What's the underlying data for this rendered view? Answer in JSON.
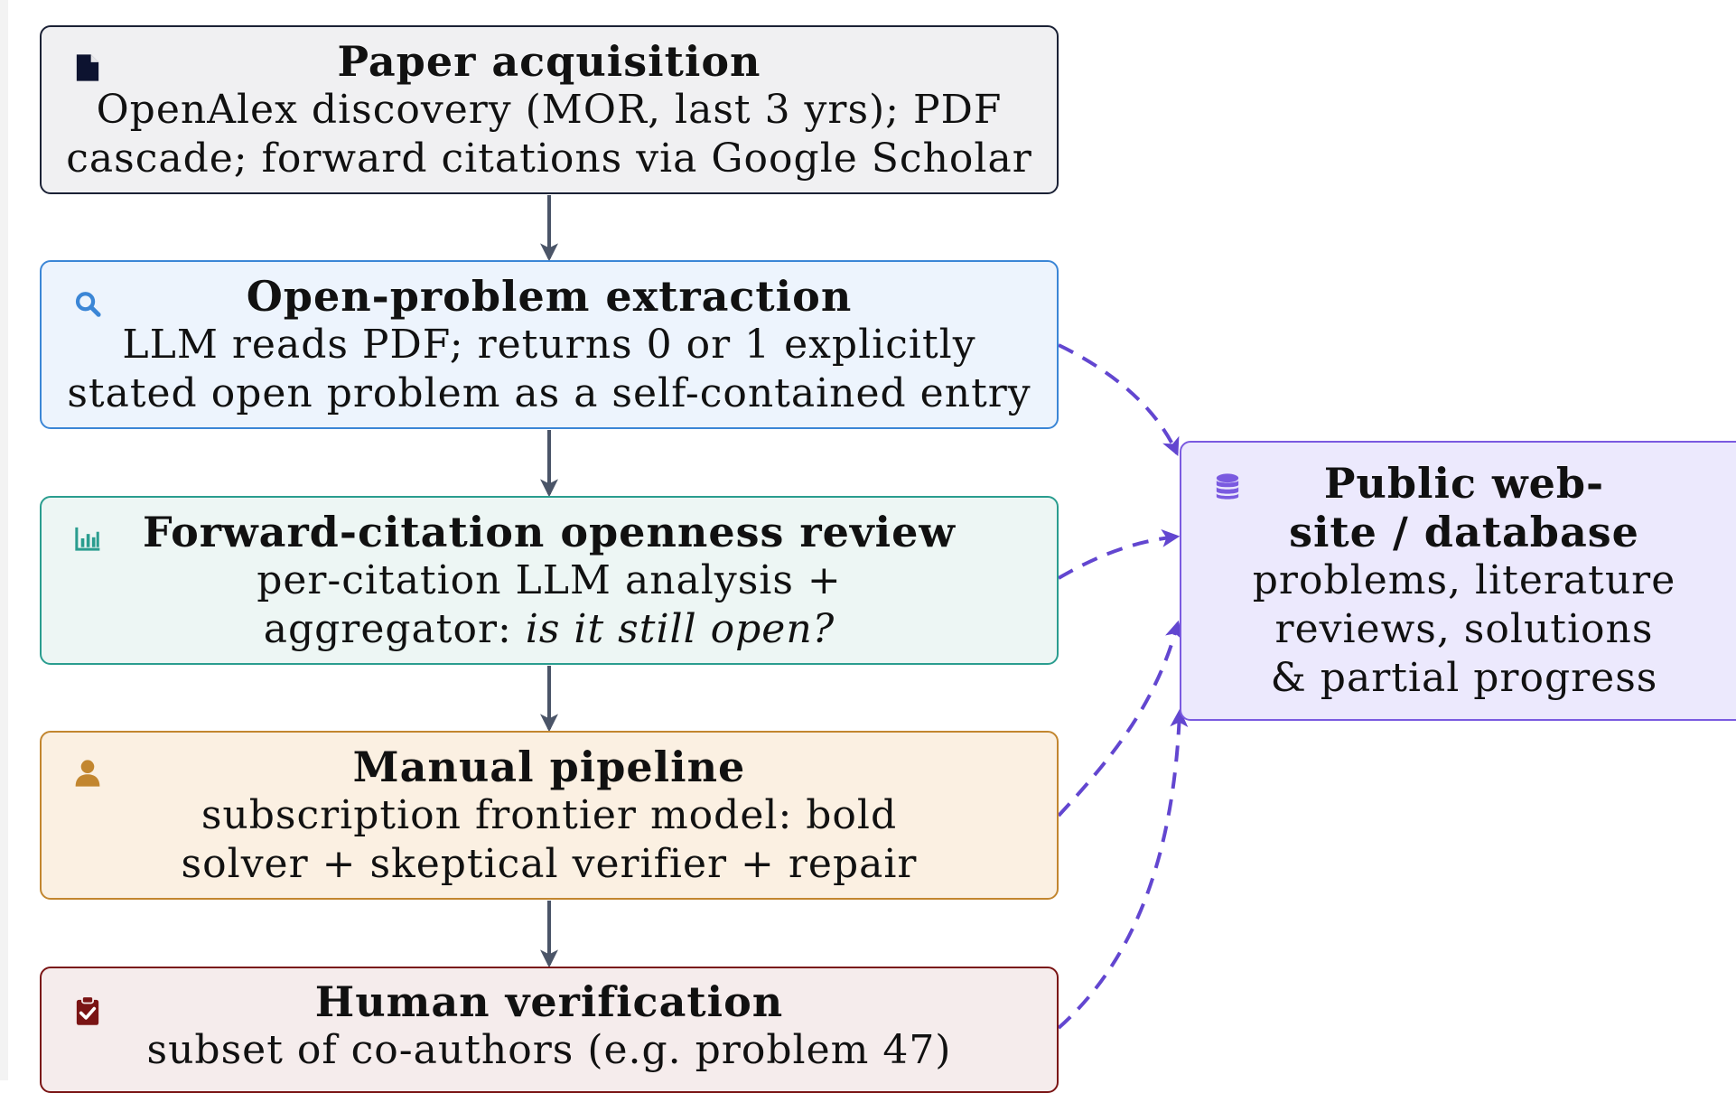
{
  "pipeline": [
    {
      "title": "Paper acquisition",
      "line1": "OpenAlex discovery (MOR, last 3 yrs); PDF",
      "line2": "cascade; forward citations via Google Scholar",
      "icon": "file-icon",
      "border_color": "#1b2135",
      "fill_color": "#f0f0f2"
    },
    {
      "title": "Open-problem extraction",
      "line1": "LLM reads PDF; returns 0 or 1 explicitly",
      "line2": "stated open problem as a self-contained entry",
      "icon": "search-icon",
      "border_color": "#3b86d6",
      "fill_color": "#edf4fd"
    },
    {
      "title": "Forward-citation openness review",
      "line1": "per-citation LLM analysis +",
      "line2_prefix": "aggregator: ",
      "line2_italic": "is it still open?",
      "icon": "bar-chart-icon",
      "border_color": "#2a9d8f",
      "fill_color": "#edf6f4"
    },
    {
      "title": "Manual pipeline",
      "line1": "subscription frontier model: bold",
      "line2": "solver + skeptical verifier + repair",
      "icon": "user-icon",
      "border_color": "#c2862f",
      "fill_color": "#fbf0e2"
    },
    {
      "title": "Human verification",
      "line1": "subset of co-authors (e.g. problem 47)",
      "icon": "clipboard-check-icon",
      "border_color": "#7a1414",
      "fill_color": "#f5ecec"
    }
  ],
  "database": {
    "title_line1": "Public web-",
    "title_line2": "site / database",
    "body_line1": "problems, literature",
    "body_line2": "reviews, solutions",
    "body_line3": "& partial progress",
    "icon": "database-icon",
    "border_color": "#7a5ae0",
    "fill_color": "#ece9fd"
  },
  "colors": {
    "solid_arrow": "#4b5568",
    "dashed_arrow": "#6246d0"
  }
}
